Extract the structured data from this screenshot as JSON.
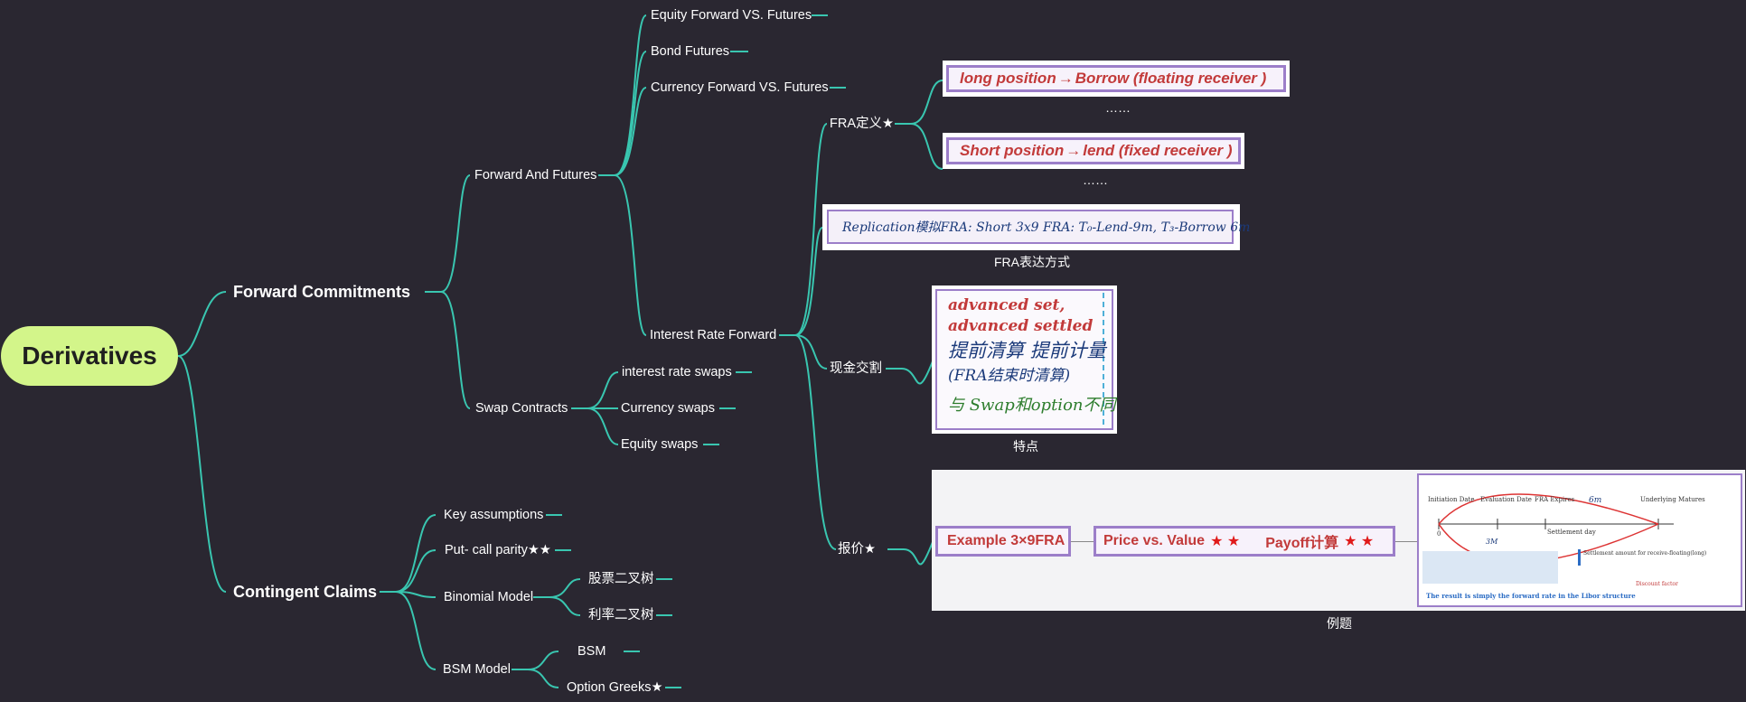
{
  "root": {
    "label": "Derivatives"
  },
  "branches": {
    "forward_commitments": "Forward Commitments",
    "contingent_claims": "Contingent Claims"
  },
  "forward_commitments": {
    "forward_and_futures": "Forward And Futures",
    "swap_contracts": "Swap Contracts",
    "ff_children": [
      "Equity Forward VS. Futures",
      "Bond Futures",
      "Currency Forward VS. Futures",
      "Interest Rate Forward"
    ],
    "swap_children": [
      "interest rate swaps",
      "Currency swaps",
      "Equity swaps"
    ]
  },
  "interest_rate_forward": {
    "fra_definition": "FRA定义★",
    "cash_settlement": "现金交割",
    "quotation": "报价★"
  },
  "fra_definition_cards": {
    "long_text": "long position",
    "long_arrow": "→",
    "long_rest": "Borrow (floating receiver )",
    "long_caption": "……",
    "short_text": "Short position",
    "short_arrow": "→",
    "short_rest": "lend (fixed receiver )",
    "short_caption": "……"
  },
  "replication_card": {
    "text": "Replication模拟FRA: Short 3x9 FRA: T₀-Lend-9m, T₃-Borrow 6m",
    "caption": "FRA表达方式"
  },
  "features_card": {
    "line1": "advanced set,",
    "line2": "advanced settled",
    "line3": "提前清算 提前计量",
    "line4": "(FRA结束时清算)",
    "line5": "与 Swap和option不同",
    "caption": "特点"
  },
  "example_card": {
    "pill1": "Example 3×9FRA",
    "pill2_a": "Price vs. Value",
    "pill2_stars": "★ ★",
    "pill2_b": "Payoff计算",
    "pill2_stars2": "★ ★",
    "timeline_labels": [
      "Initiation Date",
      "Evaluation Date",
      "FRA Expires",
      "Underlying Matures"
    ],
    "timeline_marks": [
      "0",
      "3M",
      "6m",
      "Settlement day"
    ],
    "note": "Settlement amount for receive-floating(long)",
    "discount": "Discount factor",
    "result": "The result is simply the forward rate in the Libor structure",
    "caption": "例题"
  },
  "contingent_claims": {
    "children": [
      "Key assumptions",
      "Put- call parity★★",
      "Binomial Model",
      "BSM Model"
    ],
    "binomial_children": [
      "股票二叉树",
      "利率二叉树"
    ],
    "bsm_children": [
      "BSM",
      "Option Greeks★"
    ]
  },
  "colors": {
    "background": "#2a2731",
    "link": "#39c6b0",
    "root_fill": "#d3f58a",
    "pill_border": "#9c7ec9",
    "pill_text": "#c23a3a"
  }
}
